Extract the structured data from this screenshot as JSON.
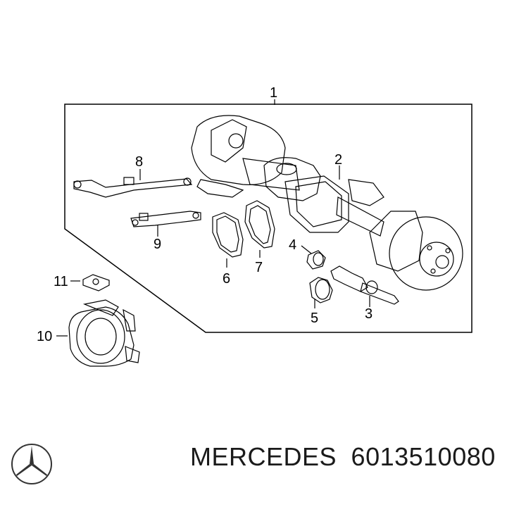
{
  "diagram": {
    "callouts": [
      {
        "id": "1",
        "label": "1"
      },
      {
        "id": "2",
        "label": "2"
      },
      {
        "id": "3",
        "label": "3"
      },
      {
        "id": "4",
        "label": "4"
      },
      {
        "id": "5",
        "label": "5"
      },
      {
        "id": "6",
        "label": "6"
      },
      {
        "id": "7",
        "label": "7"
      },
      {
        "id": "8",
        "label": "8"
      },
      {
        "id": "9",
        "label": "9"
      },
      {
        "id": "10",
        "label": "10"
      },
      {
        "id": "11",
        "label": "11"
      }
    ]
  },
  "footer": {
    "brand": "MERCEDES",
    "part_number": "6013510080"
  },
  "logo": {
    "icon": "mercedes-star-icon",
    "color": "#333333"
  }
}
